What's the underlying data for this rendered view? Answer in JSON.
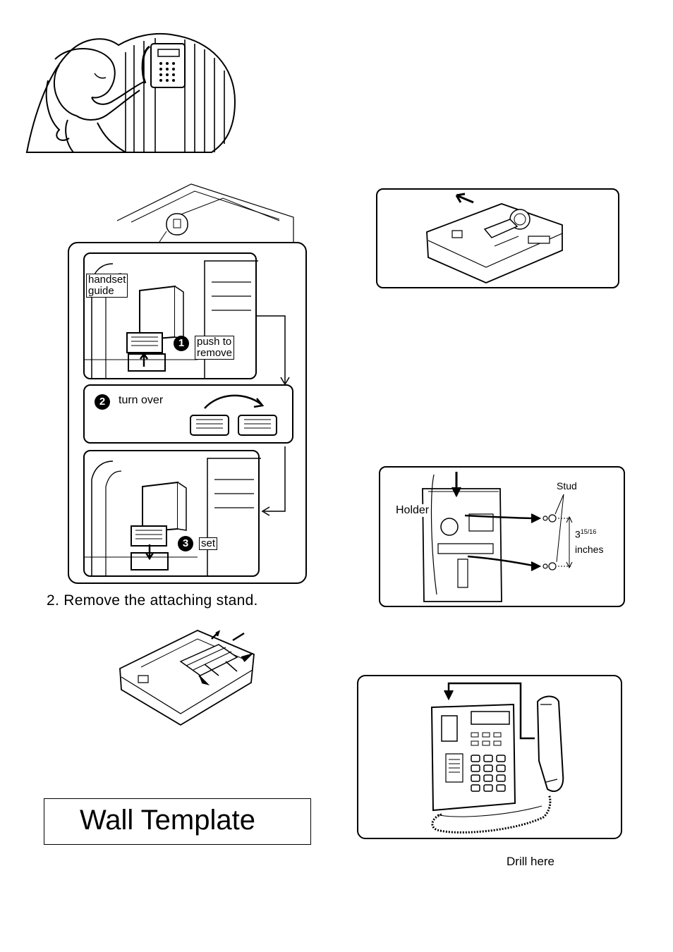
{
  "illustration": {
    "icon": "woman-mounting-phone-on-wall-icon"
  },
  "cord_diagram": {
    "handset_guide_label_line1": "handset",
    "handset_guide_label_line2": "guide",
    "step1_number": "1",
    "step1_label_line1": "push to",
    "step1_label_line2": "remove",
    "step2_number": "2",
    "step2_label": "turn over",
    "step3_number": "3",
    "step3_label": "set"
  },
  "step2_caption": "2. Remove the attaching stand.",
  "stud_diagram": {
    "holder_label": "Holder",
    "stud_label": "Stud",
    "dimension_whole": "3",
    "dimension_fraction": "15/16",
    "dimension_unit": "inches"
  },
  "wall_template_title": "Wall Template",
  "drill_here_label": "Drill here"
}
